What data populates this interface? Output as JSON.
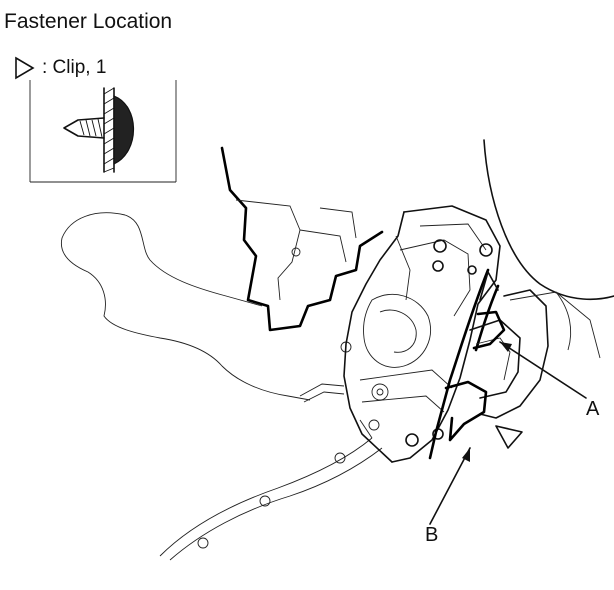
{
  "title": "Fastener Location",
  "legend": {
    "symbol": "triangle-right-outline-icon",
    "label": ": Clip, 1"
  },
  "callouts": {
    "a": "A",
    "b": "B"
  }
}
